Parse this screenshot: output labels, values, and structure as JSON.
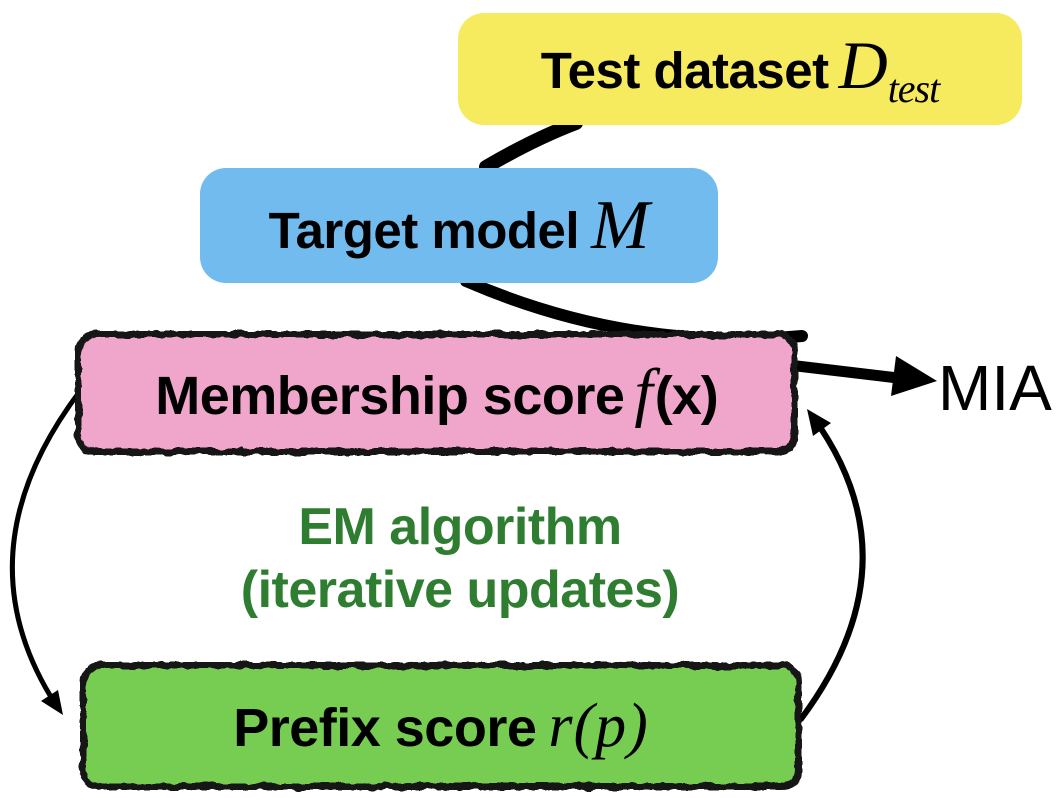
{
  "diagram": {
    "nodes": {
      "test_dataset": {
        "label": "Test dataset",
        "symbol": "D",
        "subscript": "test",
        "fill": "#F6EA5F"
      },
      "target_model": {
        "label": "Target model",
        "symbol": "M",
        "fill": "#72BBEF"
      },
      "membership_score": {
        "label": "Membership score",
        "symbol": "f",
        "args": "(x)",
        "fill": "#F0A5CA"
      },
      "prefix_score": {
        "label": "Prefix score",
        "symbol": "r(p)",
        "fill": "#77CD51"
      }
    },
    "em_label": {
      "line1": "EM algorithm",
      "line2": "(iterative updates)",
      "color": "#2E7D30"
    },
    "mia_label": "MIA",
    "colors": {
      "arrow": "#000000",
      "sketch_border": "#141414"
    }
  }
}
